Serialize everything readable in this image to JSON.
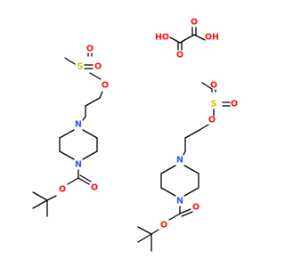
{
  "colors": {
    "bond": "#000000",
    "carbon": "#000000",
    "oxygen": "#ff0d0d",
    "nitrogen": "#3050f8",
    "sulfur": "#d4c000"
  },
  "atoms": {
    "oxygen": "O",
    "nitrogen": "N",
    "sulfur": "S",
    "hydroxyl_left": "HO",
    "hydroxyl_right": "OH"
  }
}
